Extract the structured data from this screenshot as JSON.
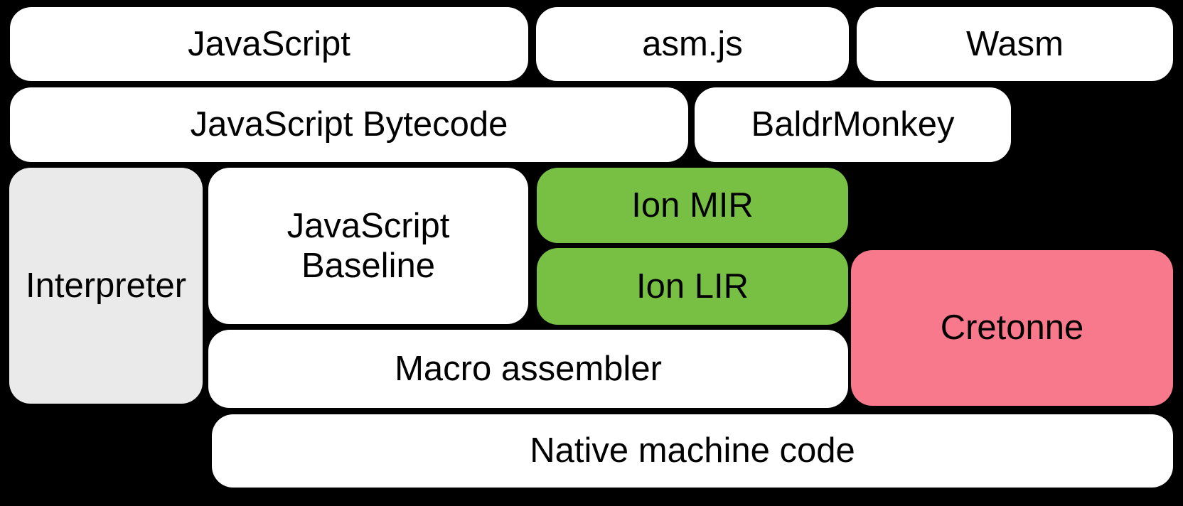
{
  "diagram": {
    "background_color": "#000000",
    "text_color": "#000000",
    "node_colors": {
      "white": "#ffffff",
      "gray": "#eaeaea",
      "green": "#77c043",
      "pink": "#f7798b"
    },
    "nodes": [
      {
        "id": "javascript",
        "label": "JavaScript",
        "color": "white"
      },
      {
        "id": "asmjs",
        "label": "asm.js",
        "color": "white"
      },
      {
        "id": "wasm",
        "label": "Wasm",
        "color": "white"
      },
      {
        "id": "javascript-bytecode",
        "label": "JavaScript Bytecode",
        "color": "white"
      },
      {
        "id": "baldrmonkey",
        "label": "BaldrMonkey",
        "color": "white"
      },
      {
        "id": "interpreter",
        "label": "Interpreter",
        "color": "gray"
      },
      {
        "id": "javascript-baseline",
        "label": "JavaScript\nBaseline",
        "color": "white"
      },
      {
        "id": "ion-mir",
        "label": "Ion MIR",
        "color": "green"
      },
      {
        "id": "ion-lir",
        "label": "Ion LIR",
        "color": "green"
      },
      {
        "id": "cretonne",
        "label": "Cretonne",
        "color": "pink"
      },
      {
        "id": "macro-assembler",
        "label": "Macro assembler",
        "color": "white"
      },
      {
        "id": "native-machine-code",
        "label": "Native machine code",
        "color": "white"
      }
    ]
  }
}
